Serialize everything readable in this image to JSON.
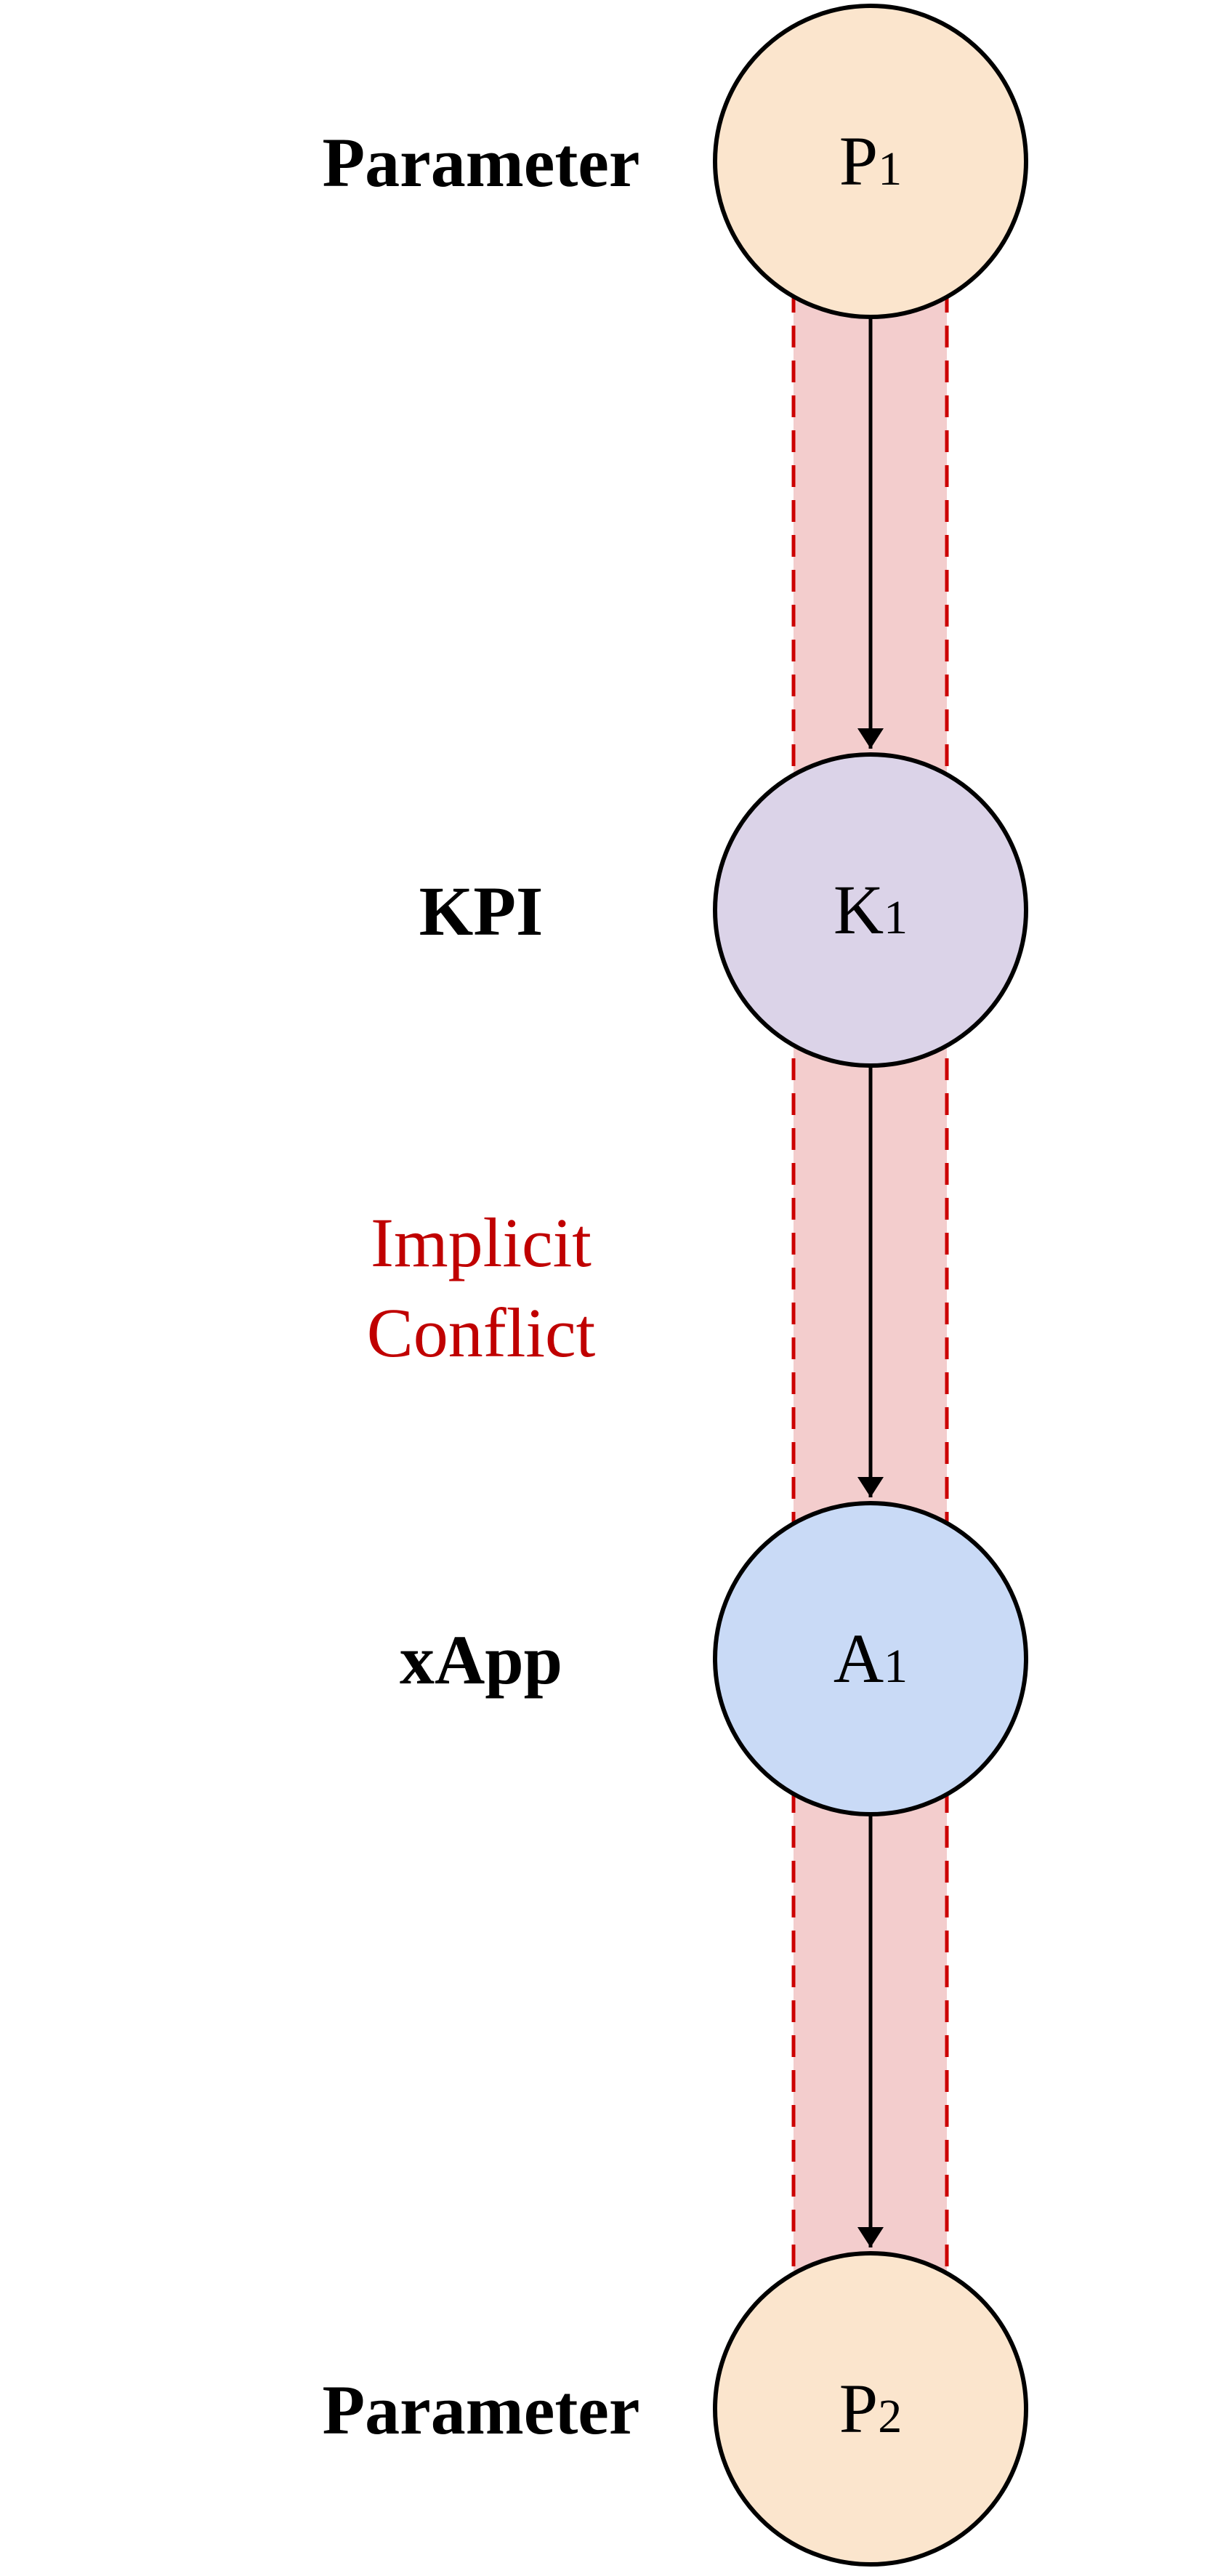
{
  "labels": {
    "parameter_top": "Parameter",
    "kpi": "KPI",
    "conflict_line1": "Implicit",
    "conflict_line2": "Conflict",
    "xapp": "xApp",
    "parameter_bottom": "Parameter"
  },
  "nodes": [
    {
      "letter": "P",
      "index": "1",
      "color": "#fbe5cd"
    },
    {
      "letter": "K",
      "index": "1",
      "color": "#dbd3e8"
    },
    {
      "letter": "A",
      "index": "1",
      "color": "#c9daf6"
    },
    {
      "letter": "P",
      "index": "2",
      "color": "#fbe5cd"
    }
  ],
  "colors": {
    "conflict_band": "#f3cdcd",
    "conflict_border": "#cc0000",
    "conflict_text": "#c00000",
    "edge": "#000000"
  }
}
